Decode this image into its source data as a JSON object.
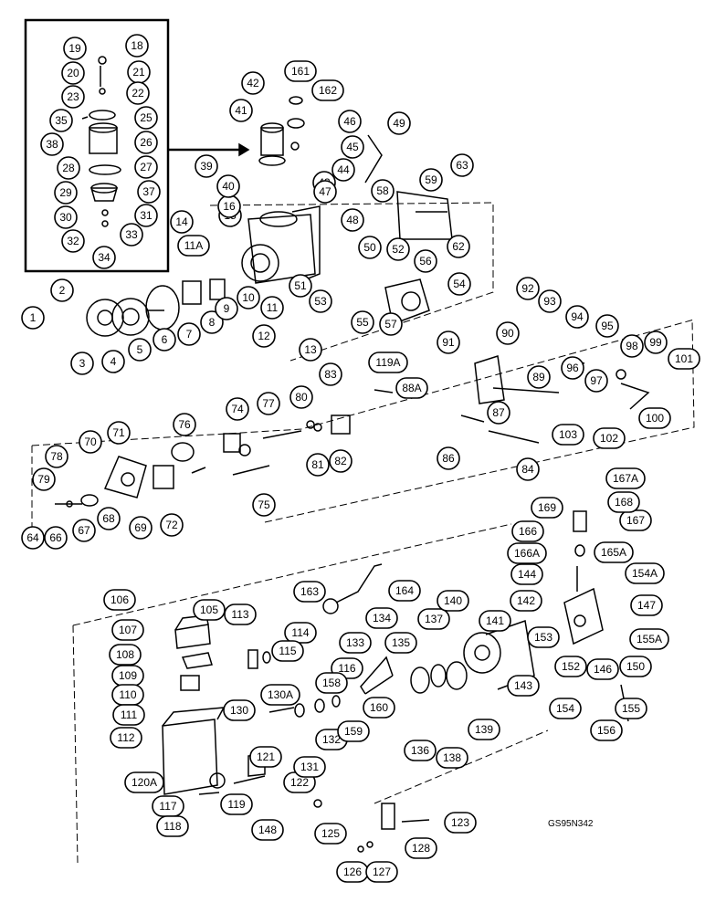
{
  "diagram": {
    "drawing_code": "GS95N342",
    "callouts": [
      "1",
      "2",
      "3",
      "4",
      "5",
      "6",
      "7",
      "8",
      "9",
      "10",
      "11",
      "11A",
      "12",
      "13",
      "14",
      "15",
      "16",
      "18",
      "19",
      "20",
      "21",
      "22",
      "23",
      "25",
      "26",
      "27",
      "28",
      "29",
      "30",
      "31",
      "32",
      "33",
      "34",
      "35",
      "37",
      "38",
      "39",
      "40",
      "41",
      "42",
      "43",
      "44",
      "45",
      "46",
      "47",
      "48",
      "49",
      "50",
      "51",
      "52",
      "53",
      "54",
      "55",
      "56",
      "57",
      "58",
      "59",
      "62",
      "63",
      "64",
      "66",
      "67",
      "68",
      "69",
      "70",
      "71",
      "72",
      "74",
      "75",
      "76",
      "77",
      "78",
      "79",
      "80",
      "81",
      "82",
      "83",
      "84",
      "86",
      "87",
      "88A",
      "89",
      "90",
      "91",
      "92",
      "93",
      "94",
      "95",
      "96",
      "97",
      "98",
      "99",
      "100",
      "101",
      "102",
      "103",
      "105",
      "106",
      "107",
      "108",
      "109",
      "110",
      "111",
      "112",
      "113",
      "114",
      "115",
      "116",
      "117",
      "118",
      "119",
      "119A",
      "120A",
      "121",
      "122",
      "123",
      "125",
      "126",
      "127",
      "128",
      "130",
      "130A",
      "131",
      "132",
      "133",
      "134",
      "135",
      "136",
      "137",
      "138",
      "139",
      "140",
      "141",
      "142",
      "143",
      "144",
      "146",
      "147",
      "148",
      "150",
      "152",
      "153",
      "154",
      "154A",
      "155",
      "155A",
      "156",
      "158",
      "159",
      "160",
      "161",
      "162",
      "163",
      "164",
      "165A",
      "166",
      "166A",
      "167",
      "167A",
      "168",
      "169"
    ]
  }
}
